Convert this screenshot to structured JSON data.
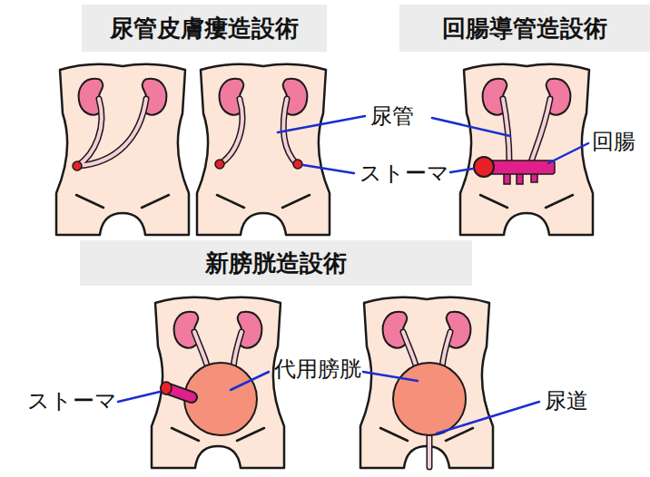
{
  "diagram": {
    "nodes": [
      {
        "text": [
          "尿管皮膚瘻造設術"
        ]
      },
      {
        "text": [
          "回腸導管造設術"
        ]
      },
      {
        "text": [
          "新膀胱造設術"
        ]
      }
    ],
    "labels": [
      "尿管",
      "回腸",
      "ストーマ",
      "ストーマ",
      "代用膀胱",
      "尿道"
    ]
  }
}
